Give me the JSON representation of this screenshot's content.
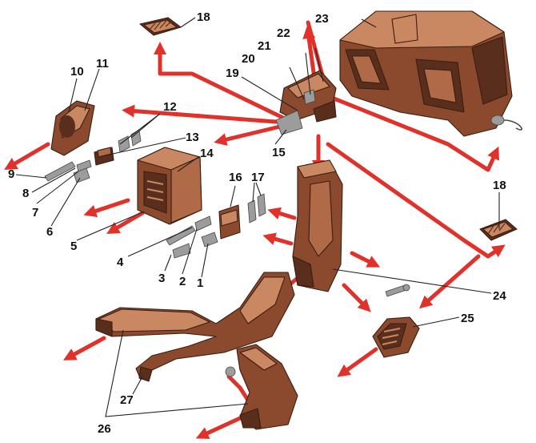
{
  "colors": {
    "airflow_arrow": "#e0312b",
    "part_body": "#8b4a2e",
    "part_shadow": "#5a2e1c",
    "part_highlight": "#c98762",
    "metal_parts": "#9c9c9c"
  },
  "callouts": {
    "c1": "1",
    "c2": "2",
    "c3": "3",
    "c4": "4",
    "c5": "5",
    "c6": "6",
    "c7": "7",
    "c8": "8",
    "c9": "9",
    "c10": "10",
    "c11": "11",
    "c12": "12",
    "c13": "13",
    "c14": "14",
    "c15": "15",
    "c16": "16",
    "c17": "17",
    "c18a": "18",
    "c18b": "18",
    "c19": "19",
    "c20": "20",
    "c21": "21",
    "c22": "22",
    "c23": "23",
    "c24": "24",
    "c25": "25",
    "c26": "26",
    "c27": "27"
  }
}
